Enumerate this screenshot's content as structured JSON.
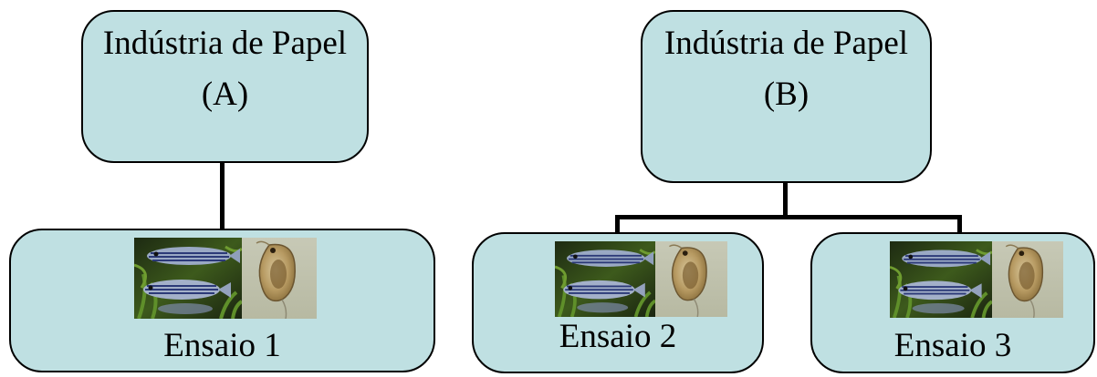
{
  "diagram": {
    "top_nodes": [
      {
        "line1": "Indústria de Papel",
        "line2": "(A)"
      },
      {
        "line1": "Indústria de Papel",
        "line2": "(B)"
      }
    ],
    "bottom_nodes": [
      {
        "label": "Ensaio 1",
        "images": [
          "zebrafish-photo",
          "daphnia-photo"
        ]
      },
      {
        "label": "Ensaio 2",
        "images": [
          "zebrafish-photo",
          "daphnia-photo"
        ]
      },
      {
        "label": "Ensaio 3",
        "images": [
          "zebrafish-photo",
          "daphnia-photo"
        ]
      }
    ],
    "colors": {
      "node_fill": "#bfe0e2",
      "node_border": "#000000",
      "connector": "#000000",
      "text": "#000000"
    }
  }
}
